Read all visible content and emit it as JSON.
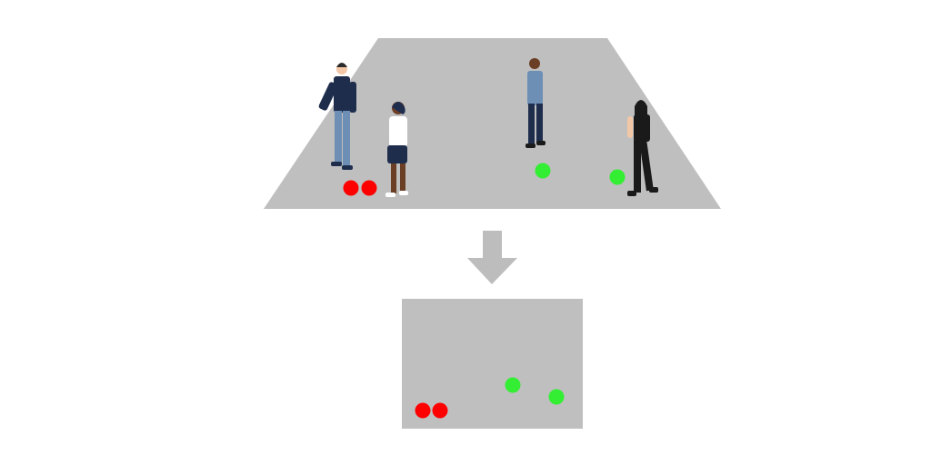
{
  "colors": {
    "background": "#ffffff",
    "floor": "#bfbfbf",
    "arrow": "#bdbdbd",
    "red_marker": "#ff0000",
    "green_marker": "#33ee33",
    "navy": "#1f2d4d",
    "denim": "#6d8fb5",
    "skin_light": "#f2c7a8",
    "skin_dark": "#6b3e26",
    "black": "#1a1a1a"
  },
  "scene": {
    "people": [
      {
        "name": "person-man-navy-sweater",
        "skin": "skin_light",
        "top": "navy",
        "bottom": "denim"
      },
      {
        "name": "person-girl-white-shirt",
        "skin": "skin_dark",
        "top": "white",
        "bottom": "navy"
      },
      {
        "name": "person-man-blue-shirt",
        "skin": "skin_dark",
        "top": "denim",
        "bottom": "navy"
      },
      {
        "name": "person-woman-black-outfit",
        "skin": "skin_light",
        "top": "black",
        "bottom": "black"
      }
    ],
    "markers": [
      {
        "name": "red-marker-1",
        "color": "red_marker"
      },
      {
        "name": "red-marker-2",
        "color": "red_marker"
      },
      {
        "name": "green-marker-1",
        "color": "green_marker"
      },
      {
        "name": "green-marker-2",
        "color": "green_marker"
      }
    ]
  },
  "map": {
    "markers": [
      {
        "name": "map-red-marker-1",
        "color": "red_marker"
      },
      {
        "name": "map-red-marker-2",
        "color": "red_marker"
      },
      {
        "name": "map-green-marker-1",
        "color": "green_marker"
      },
      {
        "name": "map-green-marker-2",
        "color": "green_marker"
      }
    ]
  },
  "arrow": {
    "direction": "down",
    "icon": "down-arrow-icon"
  }
}
